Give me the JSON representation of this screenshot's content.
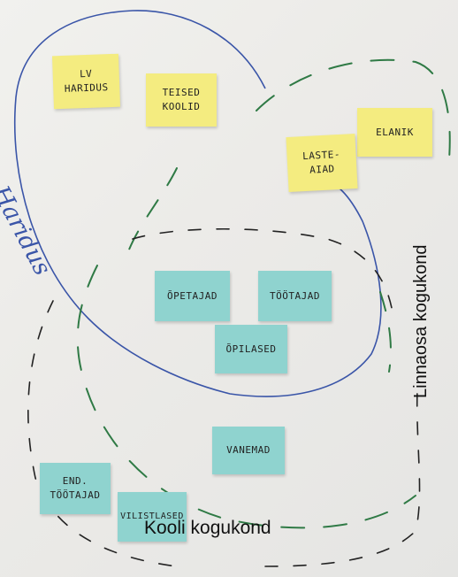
{
  "notes": {
    "lv_haridus": "LV\nHARIDUS",
    "teised_koolid": "TEISED\nKOOLID",
    "elanik": "ELANIK",
    "lasteaiad": "LASTE-\nAIAD",
    "opetajad": "ÕPETAJAD",
    "tootajad": "TÖÖTAJAD",
    "opilased": "ÕPILASED",
    "vanemad": "VANEMAD",
    "end_tootajad": "END.\nTÖÖTAJAD",
    "vilistlased": "VILISTLASED"
  },
  "labels": {
    "haridus": "Haridus",
    "linnaosa_kogukond": "Linnaosa kogukond",
    "kooli_kogukond": "Kooli kogukond"
  },
  "colors": {
    "yellow_note": "#f4ec80",
    "teal_note": "#8fd3cf",
    "blue_ink": "#3a55a8",
    "green_ink": "#2f7a45",
    "black_ink": "#222222"
  }
}
